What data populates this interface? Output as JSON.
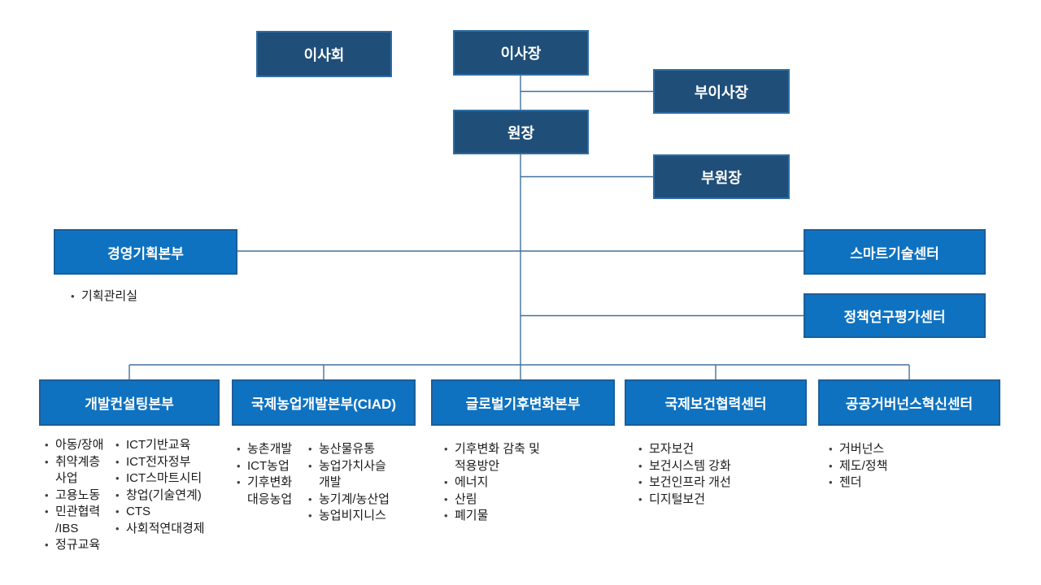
{
  "colors": {
    "dark_box_fill": "#1F4E79",
    "dark_box_border": "#2E6DA4",
    "blue_box_fill": "#0E72C0",
    "blue_box_border": "#1B5E99",
    "connector_line": "#41719C",
    "bullet_text": "#1A1A1A",
    "background": "#FFFFFF"
  },
  "boxes": {
    "board": "이사회",
    "chairman": "이사장",
    "vice_chairman": "부이사장",
    "president": "원장",
    "vice_president": "부원장",
    "management_planning_hq": "경영기획본부",
    "smart_technology_center": "스마트기술센터",
    "policy_research_evaluation_center": "정책연구평가센터",
    "development_consulting_hq": "개발컨설팅본부",
    "intl_agricultural_development_hq": "국제농업개발본부(CIAD)",
    "global_climate_change_hq": "글로벌기후변화본부",
    "intl_health_cooperation_center": "국제보건협력센터",
    "public_governance_innovation_center": "공공거버넌스혁신센터"
  },
  "lists": {
    "management_planning": [
      "기획관리실"
    ],
    "development_consulting_col1": [
      "아동/장애",
      "취약계층 사업",
      "고용노동",
      "민관협력 /IBS",
      "정규교육"
    ],
    "development_consulting_col2": [
      "ICT기반교육",
      "ICT전자정부",
      "ICT스마트시티",
      "창업(기술연계)",
      "CTS",
      "사회적연대경제"
    ],
    "agriculture_col1": [
      "농촌개발",
      "ICT농업",
      "기후변화 대응농업"
    ],
    "agriculture_col2": [
      "농산물유통",
      "농업가치사슬 개발",
      "농기계/농산업",
      "농업비지니스"
    ],
    "climate_change": [
      "기후변화 감축 및 적용방안",
      "에너지",
      "산림",
      "폐기물"
    ],
    "health_cooperation": [
      "모자보건",
      "보건시스템 강화",
      "보건인프라 개선",
      "디지털보건"
    ],
    "governance_innovation": [
      "거버넌스",
      "제도/정책",
      "젠더"
    ]
  }
}
